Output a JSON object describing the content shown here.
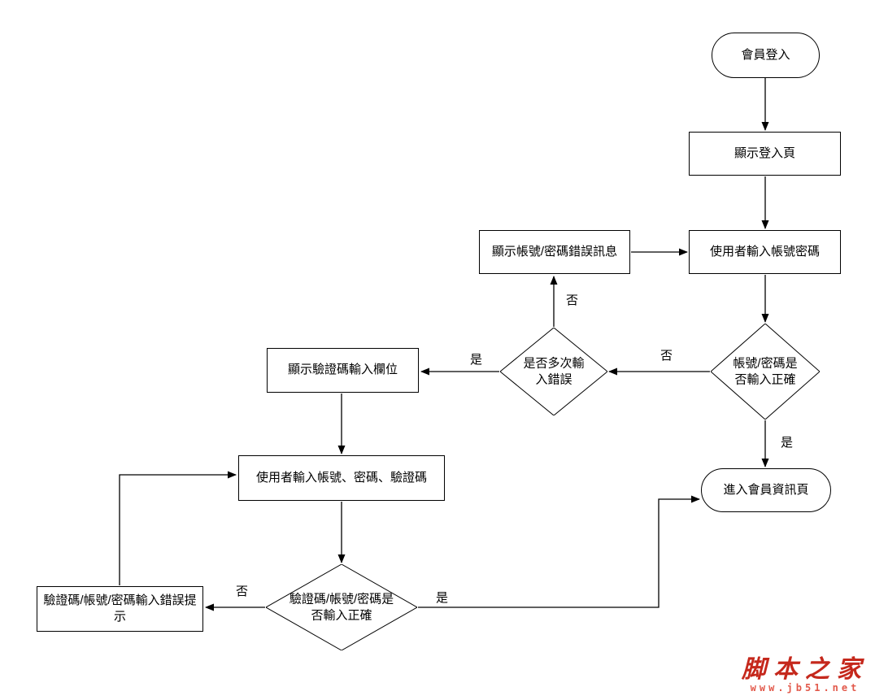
{
  "diagram": {
    "nodes": {
      "start": {
        "type": "terminator",
        "label": "會員登入"
      },
      "show_login_page": {
        "type": "process",
        "label": "顯示登入頁"
      },
      "user_input_credentials": {
        "type": "process",
        "label": "使用者輸入帳號密碼"
      },
      "show_credential_error": {
        "type": "process",
        "label": "顯示帳號/密碼錯誤訊息"
      },
      "check_credentials": {
        "type": "decision",
        "label": "帳號/密碼是否輸入正確"
      },
      "check_multiple_errors": {
        "type": "decision",
        "label": "是否多次輸入錯誤"
      },
      "show_captcha_field": {
        "type": "process",
        "label": "顯示驗證碼輸入欄位"
      },
      "user_input_all": {
        "type": "process",
        "label": "使用者輸入帳號、密碼、驗證碼"
      },
      "check_all_correct": {
        "type": "decision",
        "label": "驗證碼/帳號/密碼是否輸入正確"
      },
      "input_error_tip": {
        "type": "process",
        "label": "驗證碼/帳號/密碼輸入錯誤提示"
      },
      "enter_member_page": {
        "type": "terminator",
        "label": "進入會員資訊頁"
      }
    },
    "edge_labels": {
      "credentials_no": "否",
      "credentials_yes": "是",
      "multiple_no": "否",
      "multiple_yes": "是",
      "all_no": "否",
      "all_yes": "是"
    },
    "colors": {
      "line": "#000000",
      "watermark_title": "#c5281c",
      "watermark_url": "#e2594b"
    },
    "watermark": {
      "title": "脚本之家",
      "url": "www.jb51.net"
    }
  }
}
